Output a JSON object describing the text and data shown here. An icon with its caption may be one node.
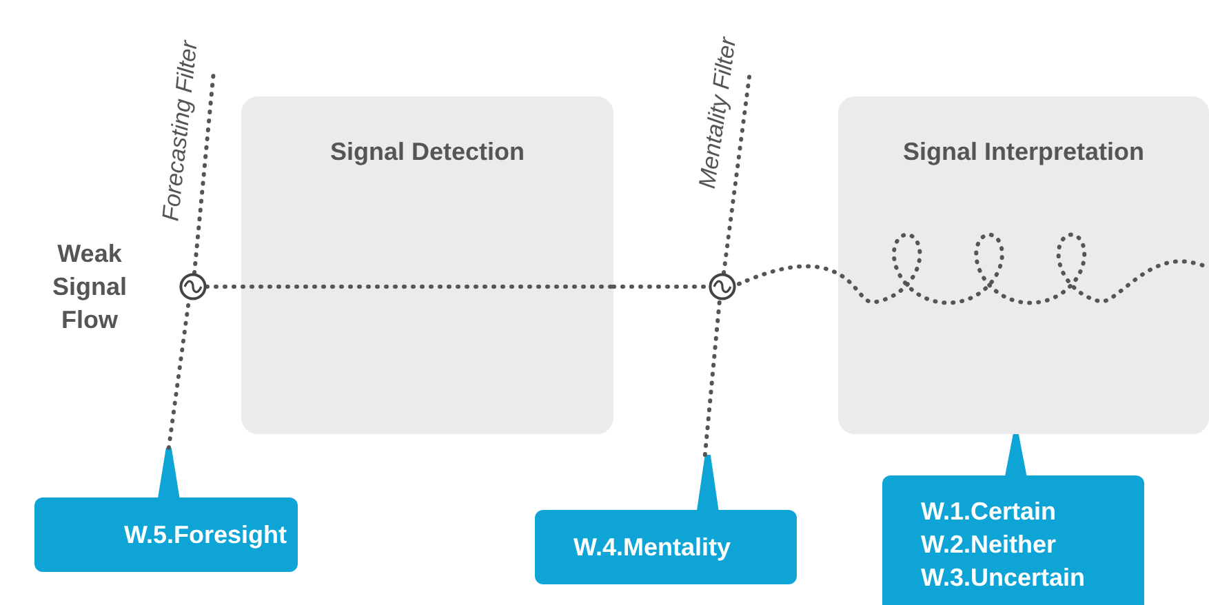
{
  "diagram": {
    "nodes": [
      {
        "text": [
          "Signal Detection"
        ]
      },
      {
        "text": [
          "Signal Interpretation"
        ]
      },
      {
        "text": [],
        "shape": "circle",
        "beside": [
          "Forecasting Filter"
        ]
      },
      {
        "text": [],
        "shape": "circle",
        "beside": [
          "Mentality Filter"
        ]
      },
      {
        "text": [
          "W.5.Foresight"
        ]
      },
      {
        "text": [
          "W.4.Mentality"
        ]
      },
      {
        "text": [
          "W.1.Certain",
          "W.2.Neither",
          "W.3.Uncertain"
        ]
      }
    ],
    "edges": [
      {
        "from": 2,
        "to": 0,
        "arrow": "none"
      },
      {
        "from": 0,
        "to": 3,
        "arrow": "none"
      },
      {
        "from": 3,
        "to": 1,
        "arrow": "none"
      },
      {
        "from": 4,
        "to": 2,
        "arrow": "other"
      },
      {
        "from": 2,
        "to": null,
        "arrow": "none"
      },
      {
        "from": 5,
        "to": 3,
        "arrow": "other"
      },
      {
        "from": 3,
        "to": null,
        "arrow": "none"
      },
      {
        "from": 6,
        "to": 1,
        "arrow": "other"
      }
    ],
    "labels": [
      "Weak Signal Flow"
    ]
  }
}
